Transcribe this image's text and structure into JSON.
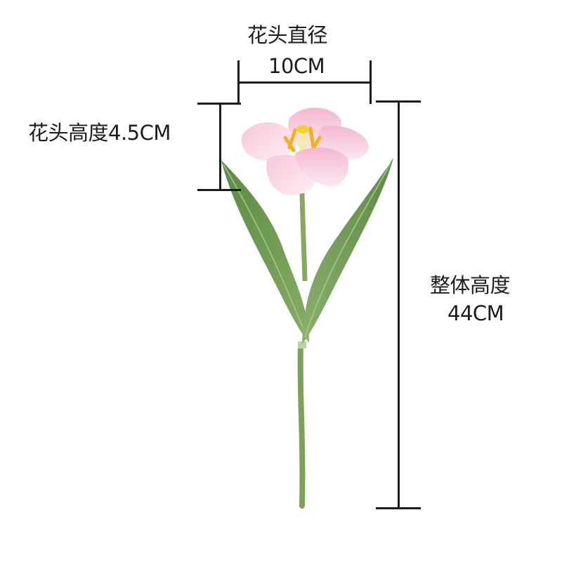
{
  "dimensions": {
    "head_diameter": {
      "title": "花头直径",
      "value": "10CM"
    },
    "head_height": {
      "title": "花头高度",
      "value": "4.5CM",
      "combined": "花头高度4.5CM"
    },
    "total_height": {
      "title": "整体高度",
      "value": "44CM"
    }
  },
  "product": {
    "subject": "artificial pink tulip stem with two leaves",
    "colors": {
      "petal": "#f2b8d2",
      "petal_light": "#fbe6ef",
      "stamen": "#f4b21a",
      "leaf": "#6f9a52",
      "leaf_dark": "#4f7a3a",
      "stem": "#7ea15a",
      "line": "#1c1c1c",
      "background": "#ffffff"
    }
  }
}
